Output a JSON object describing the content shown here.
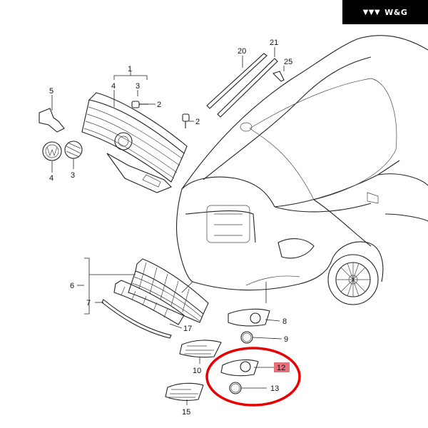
{
  "brand": {
    "name": "W&G",
    "logo_icon": "wg-logo-icon"
  },
  "highlight": {
    "part": "12",
    "circle_color": "#e60000",
    "label_bg": "#e8707a"
  },
  "callouts": {
    "c1": "1",
    "c2a": "2",
    "c2b": "2",
    "c3a": "3",
    "c3b": "3",
    "c4a": "4",
    "c4b": "4",
    "c5": "5",
    "c6": "6",
    "c7": "7",
    "c8": "8",
    "c9": "9",
    "c10": "10",
    "c12": "12",
    "c13": "13",
    "c15": "15",
    "c17": "17",
    "c20": "20",
    "c21": "21",
    "c25": "25"
  }
}
